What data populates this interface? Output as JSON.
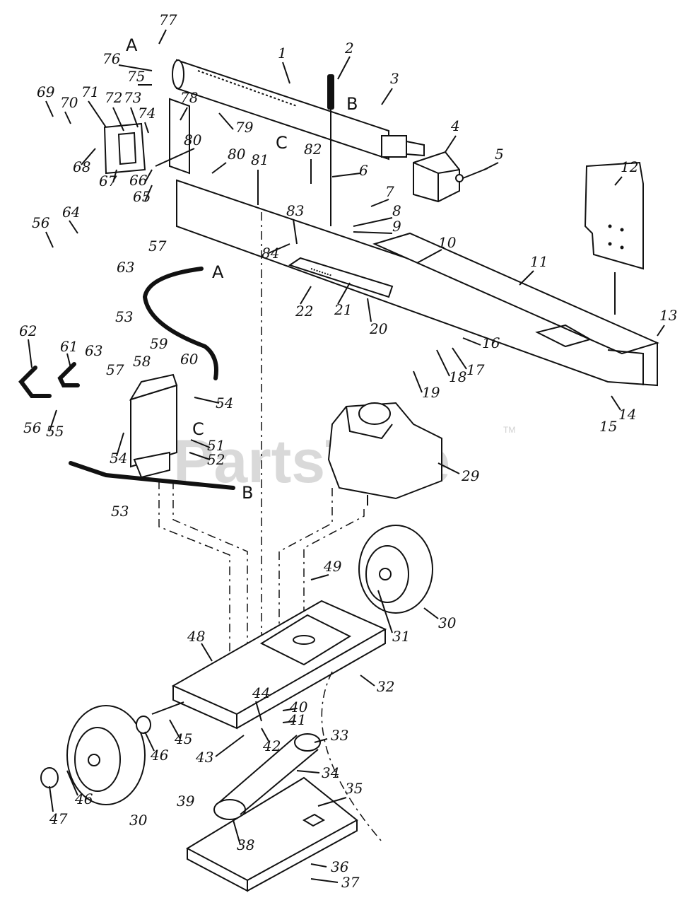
{
  "watermark": {
    "text": "PartsTree",
    "tm": "TM"
  },
  "connector_letters": [
    "A",
    "B",
    "C",
    "A",
    "B",
    "C"
  ],
  "part_numbers": [
    "1",
    "2",
    "3",
    "4",
    "5",
    "6",
    "7",
    "8",
    "9",
    "10",
    "11",
    "12",
    "13",
    "14",
    "15",
    "16",
    "17",
    "18",
    "19",
    "20",
    "21",
    "22",
    "29",
    "30",
    "30",
    "31",
    "32",
    "33",
    "34",
    "35",
    "36",
    "37",
    "38",
    "39",
    "40",
    "41",
    "42",
    "43",
    "44",
    "45",
    "46",
    "46",
    "47",
    "48",
    "49",
    "51",
    "52",
    "53",
    "53",
    "54",
    "54",
    "55",
    "56",
    "56",
    "57",
    "57",
    "58",
    "59",
    "60",
    "61",
    "62",
    "63",
    "63",
    "64",
    "65",
    "66",
    "67",
    "68",
    "69",
    "70",
    "71",
    "72",
    "73",
    "74",
    "75",
    "76",
    "77",
    "78",
    "79",
    "80",
    "80",
    "81",
    "82",
    "83",
    "84"
  ]
}
